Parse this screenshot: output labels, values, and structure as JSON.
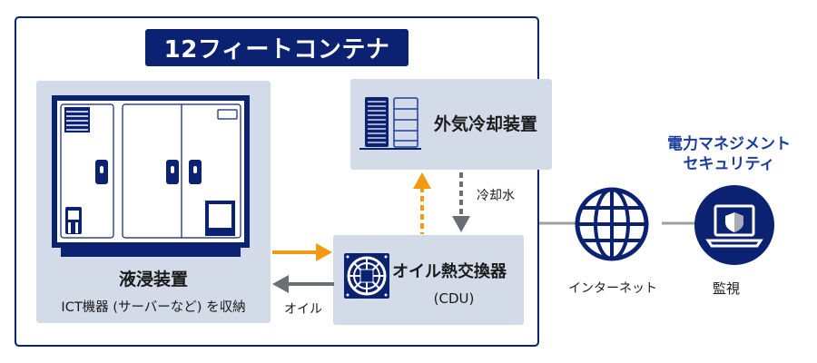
{
  "diagram": {
    "container_title": "12フィートコンテナ",
    "immersion_unit": {
      "title": "液浸装置",
      "subtitle": "ICT機器 (サーバーなど) を収納",
      "icon": "immersion-tank-icon"
    },
    "outdoor_cooler": {
      "title": "外気冷却装置",
      "icon": "cooling-tower-icon"
    },
    "cdu": {
      "title": "オイル熱交換器",
      "subtitle": "(CDU)",
      "icon": "heat-exchanger-icon"
    },
    "flows": {
      "coolant_label": "冷却水",
      "oil_label": "オイル"
    },
    "internet": {
      "label": "インターネット",
      "icon": "globe-icon"
    },
    "monitoring": {
      "label": "監視",
      "icon": "laptop-shield-icon",
      "title_line1": "電力マネジメント",
      "title_line2": "セキュリティ"
    },
    "colors": {
      "navy": "#0b2272",
      "panel": "#d3dae8",
      "orange": "#f19a12",
      "gray_arrow": "#6b6e75",
      "link_line": "#a0a0a0",
      "security_blue": "#1c3c9c"
    }
  }
}
